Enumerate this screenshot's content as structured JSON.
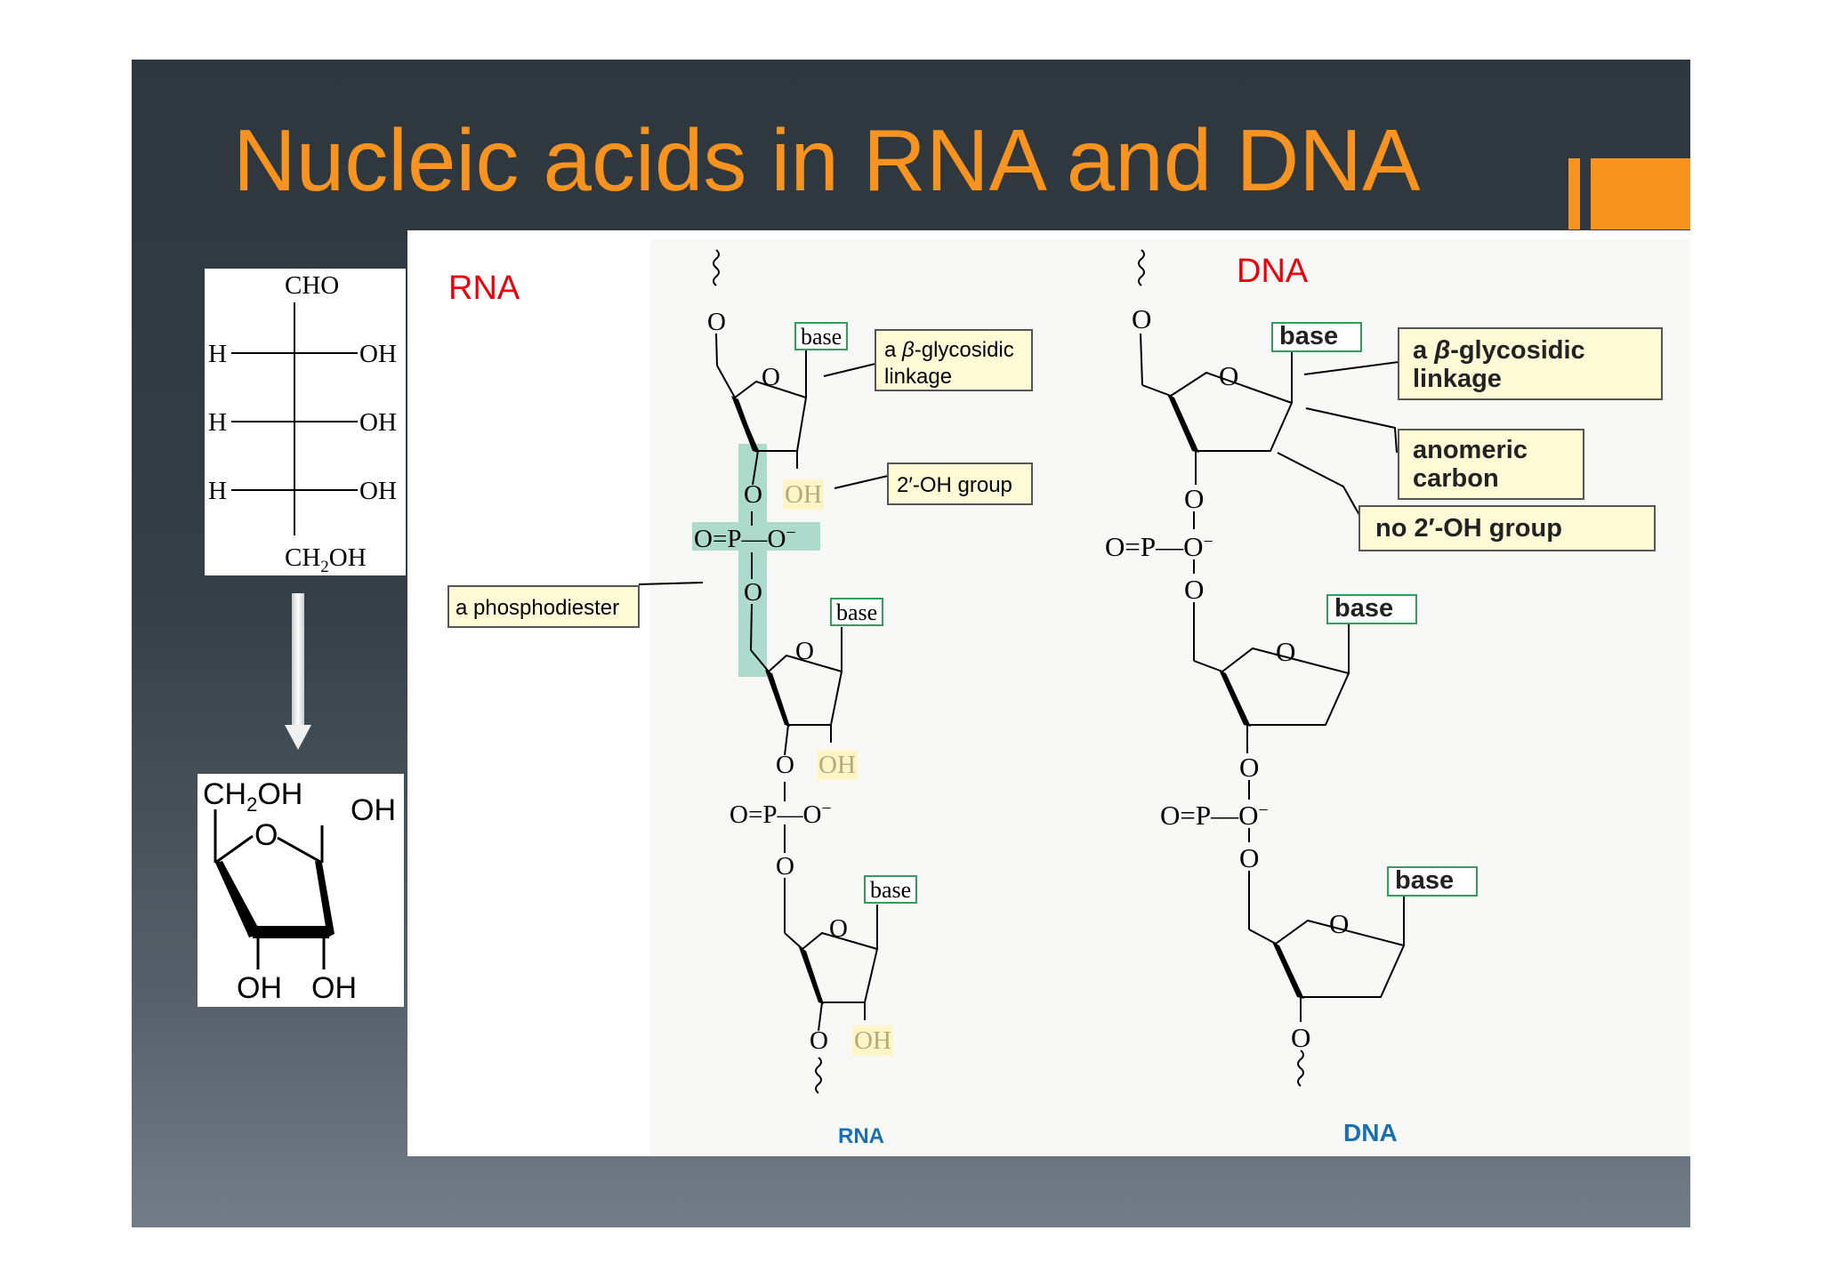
{
  "slide": {
    "title": "Nucleic acids in RNA and DNA",
    "colors": {
      "title": "#f7931e",
      "accent": "#f7931e",
      "background_dark": "#2e373d",
      "label_red": "#e8000b",
      "caption_blue": "#1a6fb0",
      "box_yellow": "#fffbd6",
      "base_box_green": "#2e9e5b",
      "phosphodiester_highlight": "#9fd6c5"
    }
  },
  "fischer_projection": {
    "top": "CHO",
    "rows": [
      {
        "left": "H",
        "right": "OH"
      },
      {
        "left": "H",
        "right": "OH"
      },
      {
        "left": "H",
        "right": "OH"
      }
    ],
    "bottom": "CH",
    "bottom_sub": "2",
    "bottom_end": "OH"
  },
  "arrow": {
    "icon": "down-arrow-icon"
  },
  "haworth_ring": {
    "ch2oh": "CH",
    "ch2oh_sub": "2",
    "ch2oh_end": "OH",
    "ring_o": "O",
    "anomeric_oh": "OH",
    "bottom_left_oh": "OH",
    "bottom_right_oh": "OH"
  },
  "figure": {
    "rna_label": "RNA",
    "dna_label": "DNA",
    "atoms": {
      "oxygen": "O",
      "hydroxyl": "OH",
      "phosphorus": "P",
      "oxide": "O",
      "charge": "−",
      "double_bond": "="
    },
    "base_label": "base",
    "rna": {
      "glycosidic_callout_prefix": "a ",
      "glycosidic_callout_beta": "β",
      "glycosidic_callout_rest": "-glycosidic",
      "glycosidic_callout_line2": "linkage",
      "oh_callout": "2′-OH group",
      "phosphodiester_callout": "a phosphodiester",
      "caption": "RNA"
    },
    "dna": {
      "glycosidic_callout_prefix": "a ",
      "glycosidic_callout_beta": "β",
      "glycosidic_callout_rest": "-glycosidic",
      "glycosidic_callout_line2": "linkage",
      "anomeric_callout_line1": "anomeric",
      "anomeric_callout_line2": "carbon",
      "no_oh_callout": "no 2′-OH group",
      "caption": "DNA"
    }
  }
}
